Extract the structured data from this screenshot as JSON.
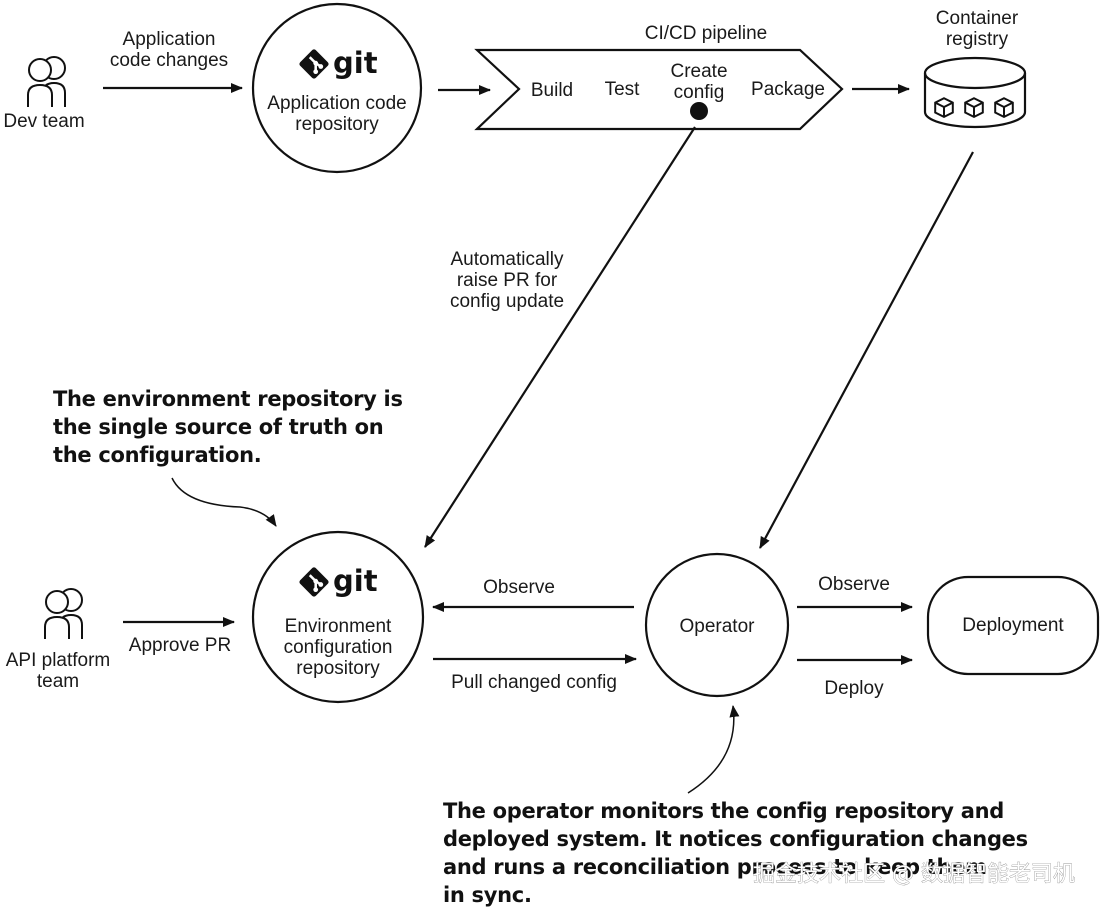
{
  "actors": {
    "dev_team": "Dev team",
    "api_platform_team": [
      "API platform",
      "team"
    ]
  },
  "edges": {
    "app_code_changes": [
      "Application",
      "code changes"
    ],
    "approve_pr": "Approve PR",
    "auto_raise_pr": [
      "Automatically",
      "raise PR for",
      "config update"
    ],
    "observe_repo": "Observe",
    "pull_changed_config": "Pull changed config",
    "observe_deployment": "Observe",
    "deploy": "Deploy"
  },
  "nodes": {
    "git_wordmark": "git",
    "app_repo": [
      "Application code",
      "repository"
    ],
    "env_repo": [
      "Environment",
      "configuration",
      "repository"
    ],
    "operator": "Operator",
    "deployment": "Deployment",
    "registry": [
      "Container",
      "registry"
    ]
  },
  "pipeline": {
    "title": "CI/CD pipeline",
    "build": "Build",
    "test": "Test",
    "create_config": [
      "Create",
      "config"
    ],
    "package": "Package"
  },
  "annotations": {
    "env_repo_note": [
      "The environment repository is",
      "the single source of truth on",
      "the configuration."
    ],
    "operator_note": [
      "The operator monitors the config repository and",
      "deployed system. It notices configuration changes",
      "and runs a reconciliation process to keep them",
      "in sync."
    ]
  },
  "watermark": "掘金技术社区 @ 数据智能老司机"
}
